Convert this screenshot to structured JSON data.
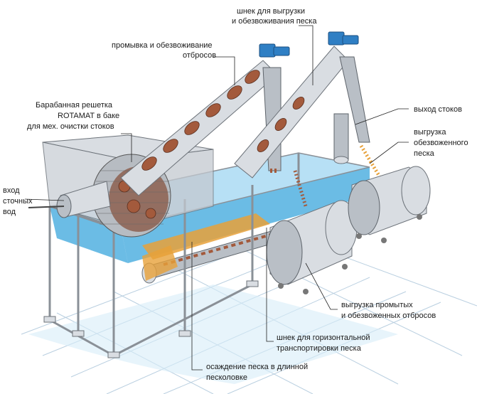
{
  "labels": {
    "screw_unload_line1": "шнек для выгрузки",
    "screw_unload_line2": "и обезвоживания песка",
    "wash_line1": "промывка и обезвоживание",
    "wash_line2": "отбросов",
    "drum_line1": "Барабанная решетка",
    "drum_line2": "ROTAMAT в баке",
    "drum_line3": "для мех. очистки стоков",
    "outlet": "выход стоков",
    "sand_out_line1": "выгрузка",
    "sand_out_line2": "обезвоженного",
    "sand_out_line3": "песка",
    "inlet_line1": "вход",
    "inlet_line2": "сточных",
    "inlet_line3": "вод",
    "waste_out_line1": "выгрузка промытых",
    "waste_out_line2": "и обезвоженных отбросов",
    "hscrew_line1": "шнек для горизонтальной",
    "hscrew_line2": "транспортировки песка",
    "settle_line1": "осаждение песка в длинной",
    "settle_line2": "песколовке"
  },
  "colors": {
    "water": "#3aa6dc",
    "motor": "#2f7fc4",
    "sand": "#e7a13a",
    "metal": "#d9dde2"
  }
}
